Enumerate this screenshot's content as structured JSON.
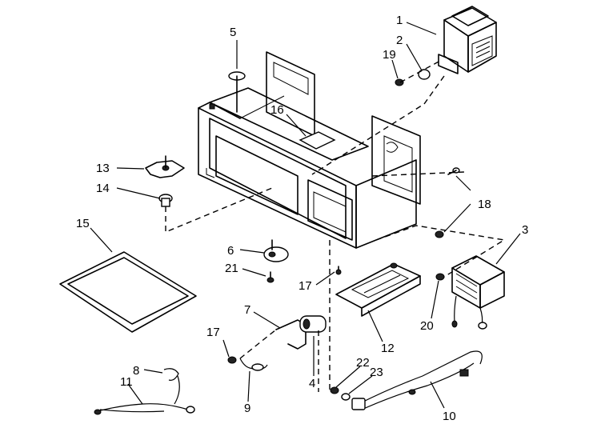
{
  "callouts": [
    {
      "id": "1",
      "text": "1"
    },
    {
      "id": "2",
      "text": "2"
    },
    {
      "id": "3",
      "text": "3"
    },
    {
      "id": "4",
      "text": "4"
    },
    {
      "id": "5",
      "text": "5"
    },
    {
      "id": "6",
      "text": "6"
    },
    {
      "id": "7",
      "text": "7"
    },
    {
      "id": "8",
      "text": "8"
    },
    {
      "id": "9",
      "text": "9"
    },
    {
      "id": "10",
      "text": "10"
    },
    {
      "id": "11",
      "text": "11"
    },
    {
      "id": "12",
      "text": "12"
    },
    {
      "id": "13",
      "text": "13"
    },
    {
      "id": "14",
      "text": "14"
    },
    {
      "id": "15",
      "text": "15"
    },
    {
      "id": "16",
      "text": "16"
    },
    {
      "id": "17a",
      "text": "17"
    },
    {
      "id": "17b",
      "text": "17"
    },
    {
      "id": "18",
      "text": "18"
    },
    {
      "id": "19",
      "text": "19"
    },
    {
      "id": "20",
      "text": "20"
    },
    {
      "id": "21",
      "text": "21"
    },
    {
      "id": "22",
      "text": "22"
    },
    {
      "id": "23",
      "text": "23"
    }
  ]
}
